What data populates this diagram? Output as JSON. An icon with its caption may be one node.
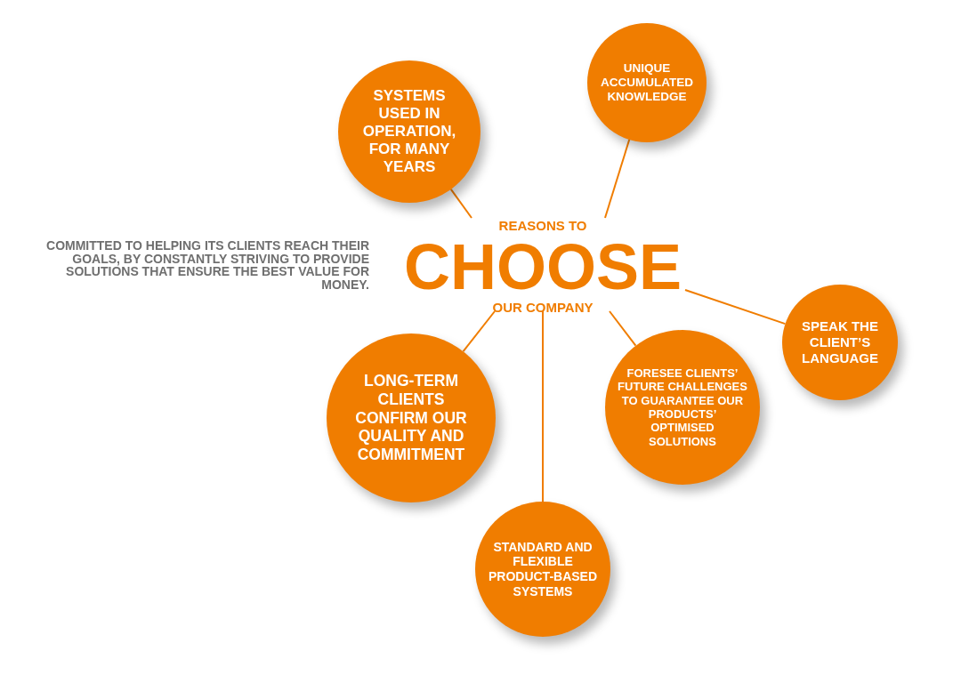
{
  "diagram": {
    "nodes": [
      {
        "text": [
          "REASONS TO",
          "CHOOSE",
          "OUR COMPANY"
        ]
      },
      {
        "text": [
          "SYSTEMS USED IN OPERATION, FOR MANY YEARS"
        ]
      },
      {
        "text": [
          "UNIQUE ACCUMULATED KNOWLEDGE"
        ]
      },
      {
        "text": [
          "SPEAK THE CLIENT’S LANGUAGE"
        ]
      },
      {
        "text": [
          "LONG-TERM CLIENTS CONFIRM OUR QUALITY AND COMMITMENT"
        ]
      },
      {
        "text": [
          "FORESEE CLIENTS’ FUTURE CHALLENGES TO GUARANTEE OUR PRODUCTS’ OPTIMISED SOLUTIONS"
        ]
      },
      {
        "text": [
          "STANDARD AND FLEXIBLE PRODUCT-BASED SYSTEMS"
        ]
      }
    ],
    "edges": [
      {
        "from": 0,
        "to": 1,
        "arrow": "none"
      },
      {
        "from": 0,
        "to": 2,
        "arrow": "none"
      },
      {
        "from": 0,
        "to": 3,
        "arrow": "none"
      },
      {
        "from": 0,
        "to": 4,
        "arrow": "none"
      },
      {
        "from": 0,
        "to": 5,
        "arrow": "none"
      },
      {
        "from": 0,
        "to": 6,
        "arrow": "none"
      }
    ],
    "labels": [
      "COMMITTED TO HELPING ITS CLIENTS REACH THEIR GOALS, BY CONSTANTLY STRIVING TO PROVIDE SOLUTIONS THAT ENSURE THE BEST VALUE FOR MONEY."
    ]
  }
}
